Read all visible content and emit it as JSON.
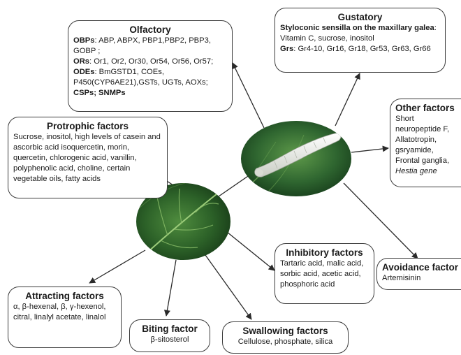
{
  "olfactory": {
    "title": "Olfactory",
    "obps_label": "OBPs",
    "obps_text": ": ABP, ABPX, PBP1,PBP2, PBP3, GOBP ;",
    "ors_label": "ORs",
    "ors_text": ": Or1, Or2, Or30, Or54, Or56, Or57;",
    "odes_label": "ODEs",
    "odes_text": ": BmGSTD1, COEs, P450(CYP6AE21),GSTs, UGTs, AOXs;",
    "csps_label": "CSPs; SNMPs"
  },
  "gustatory": {
    "title": "Gustatory",
    "sub_label": "Styloconic sensilla on the maxillary galea",
    "sub_text": ": Vitamin C, sucrose, inositol",
    "grs_label": "Grs",
    "grs_text": ": Gr4-10, Gr16, Gr18, Gr53, Gr63, Gr66"
  },
  "other": {
    "title": "Other factors",
    "text": "Short neuropeptide F, Allatotropin, gsryamide, Frontal ganglia,",
    "italic": "Hestia gene"
  },
  "protrophic": {
    "title": "Protrophic factors",
    "text": "Sucrose, inositol, high levels of casein and ascorbic acid isoquercetin, morin, quercetin, chlorogenic acid, vanillin, polyphenolic acid, choline, certain vegetable oils, fatty acids"
  },
  "inhibitory": {
    "title": "Inhibitory factors",
    "text": "Tartaric acid, malic acid, sorbic acid, acetic acid, phosphoric acid"
  },
  "avoidance": {
    "title": "Avoidance factor",
    "text": "Artemisinin"
  },
  "attracting": {
    "title": "Attracting factors",
    "text": "α, β-hexenal, β, γ-hexenol, citral, linalyl acetate, linalol"
  },
  "biting": {
    "title": "Biting factor",
    "text": "β-sitosterol"
  },
  "swallowing": {
    "title": "Swallowing factors",
    "text": "Cellulose, phosphate, silica"
  },
  "colors": {
    "border": "#3b3b3b",
    "arrow": "#2a2a2a",
    "leaf_dark": "#1d4a22",
    "leaf_light": "#5a8f45",
    "worm": "#e9ebe6"
  },
  "icons": [
    "silkworm-photo",
    "mulberry-leaf-photo"
  ]
}
